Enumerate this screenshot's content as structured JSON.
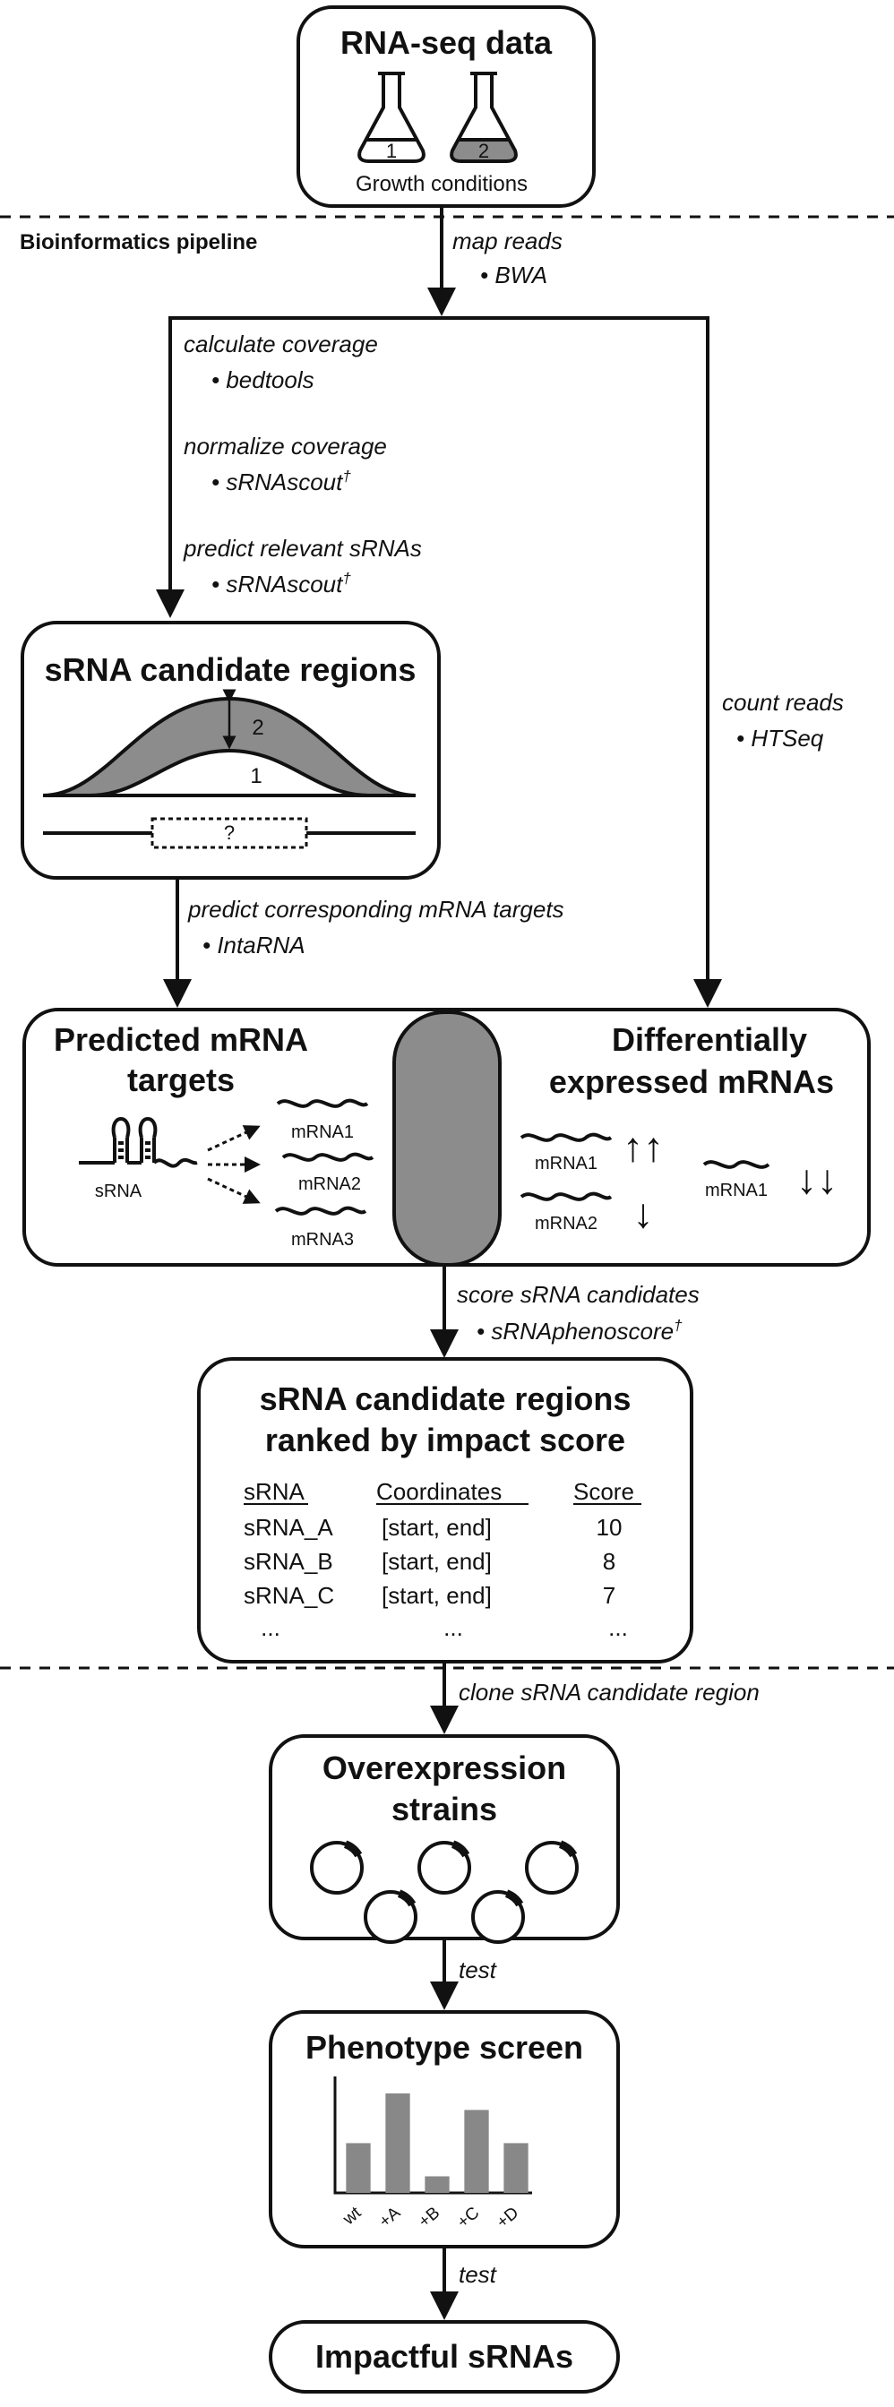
{
  "rnaseq": {
    "title": "RNA-seq data",
    "flask1": "1",
    "flask2": "2",
    "subtitle": "Growth conditions"
  },
  "pipeline_label": "Bioinformatics pipeline",
  "steps": {
    "map": {
      "label": "map reads",
      "tool": "• BWA"
    },
    "coverage": {
      "label": "calculate coverage",
      "tool": "• bedtools"
    },
    "normalize": {
      "label": "normalize coverage",
      "tool": "• sRNAscout",
      "mark": "†"
    },
    "predict": {
      "label": "predict relevant sRNAs",
      "tool": "• sRNAscout",
      "mark": "†"
    },
    "count": {
      "label": "count reads",
      "tool": "• HTSeq"
    },
    "targets": {
      "label": "predict corresponding mRNA targets",
      "tool": "• IntaRNA"
    },
    "score": {
      "label": "score sRNA candidates",
      "tool": "• sRNAphenoscore",
      "mark": "†"
    },
    "clone": {
      "label": "clone sRNA candidate region"
    },
    "test1": {
      "label": "test"
    },
    "test2": {
      "label": "test"
    }
  },
  "candidates": {
    "title": "sRNA candidate regions",
    "cond1": "1",
    "cond2": "2",
    "unknown": "?"
  },
  "predicted": {
    "title_line1": "Predicted mRNA",
    "title_line2": "targets",
    "srna": "sRNA",
    "targets": [
      "mRNA1",
      "mRNA2",
      "mRNA3"
    ]
  },
  "differential": {
    "title_line1": "Differentially",
    "title_line2": "expressed mRNAs",
    "up": [
      "mRNA1",
      "mRNA2"
    ],
    "down": [
      "mRNA1"
    ],
    "arrows_up_pair": "↑↑",
    "arrow_down": "↓",
    "arrows_down_pair": "↓↓"
  },
  "ranked": {
    "title_line1": "sRNA candidate regions",
    "title_line2": "ranked by impact score",
    "headers": [
      "sRNA",
      "Coordinates",
      "Score"
    ],
    "rows": [
      [
        "sRNA_A",
        "[start, end]",
        "10"
      ],
      [
        "sRNA_B",
        "[start, end]",
        "8"
      ],
      [
        "sRNA_C",
        "[start, end]",
        "7"
      ],
      [
        "...",
        "...",
        "..."
      ]
    ]
  },
  "overexpression": {
    "title_line1": "Overexpression",
    "title_line2": "strains"
  },
  "phenotype": {
    "title": "Phenotype screen",
    "chart_data": {
      "type": "bar",
      "categories": [
        "wt",
        "+A",
        "+B",
        "+C",
        "+D"
      ],
      "values": [
        3,
        6,
        1,
        5,
        3
      ],
      "bar_color": "#888888"
    }
  },
  "impactful": {
    "title": "Impactful sRNAs"
  },
  "colors": {
    "fill_gray": "#8c8c8c",
    "bar_gray": "#888888",
    "stroke": "#111111"
  }
}
